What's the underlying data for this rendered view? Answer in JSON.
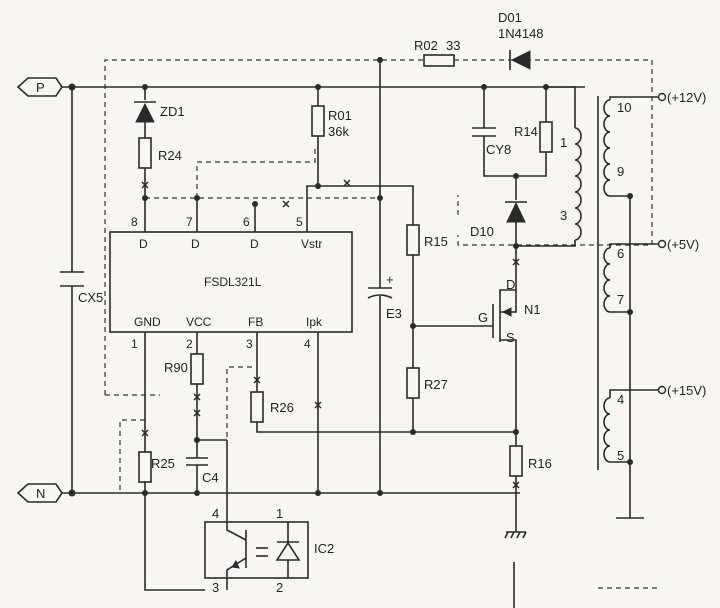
{
  "ic1": {
    "name": "FSDL321L",
    "pin_numbers": [
      "8",
      "7",
      "6",
      "5",
      "1",
      "2",
      "3",
      "4"
    ],
    "pin_names": [
      "D",
      "D",
      "D",
      "Vstr",
      "GND",
      "VCC",
      "FB",
      "Ipk"
    ]
  },
  "terminals": {
    "p": "P",
    "n": "N"
  },
  "components": {
    "zd1": "ZD1",
    "r24": "R24",
    "r01": "R01",
    "r01_value": "36k",
    "r02": "R02",
    "r02_value": "33",
    "d01": "D01",
    "d01_value": "1N4148",
    "cy8": "CY8",
    "r14": "R14",
    "d10": "D10",
    "r15": "R15",
    "e3": "E3",
    "cx5": "CX5",
    "n1": "N1",
    "n1_g": "G",
    "n1_d": "D",
    "n1_s": "S",
    "r27": "R27",
    "r90": "R90",
    "r26": "R26",
    "r25": "R25",
    "c4": "C4",
    "r16": "R16",
    "ic2": "IC2",
    "ic2_pins": [
      "4",
      "1",
      "3",
      "2"
    ]
  },
  "transformer": {
    "pins": [
      "1",
      "3",
      "10",
      "9",
      "6",
      "7",
      "4",
      "5"
    ],
    "outputs": [
      "(+12V)",
      "(+5V)",
      "(+15V)"
    ]
  }
}
